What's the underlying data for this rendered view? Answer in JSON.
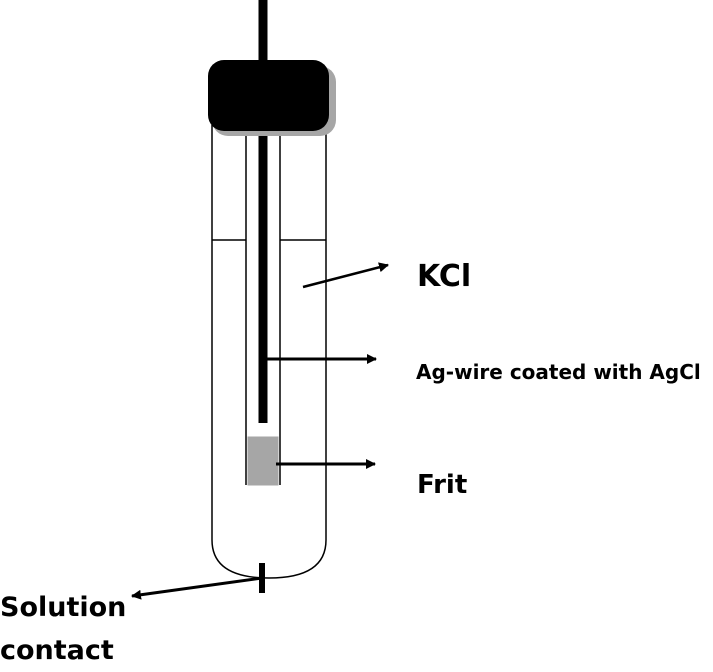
{
  "labels": {
    "kcl": "KCl",
    "wire": "Ag-wire coated with AgCl",
    "frit": "Frit",
    "solution_line1": "Solution",
    "solution_line2": "contact"
  },
  "colors": {
    "stroke": "#000000",
    "cap_fill": "#000000",
    "cap_shadow": "#a6a6a6",
    "frit_fill": "#a6a6a6",
    "background": "#ffffff"
  }
}
